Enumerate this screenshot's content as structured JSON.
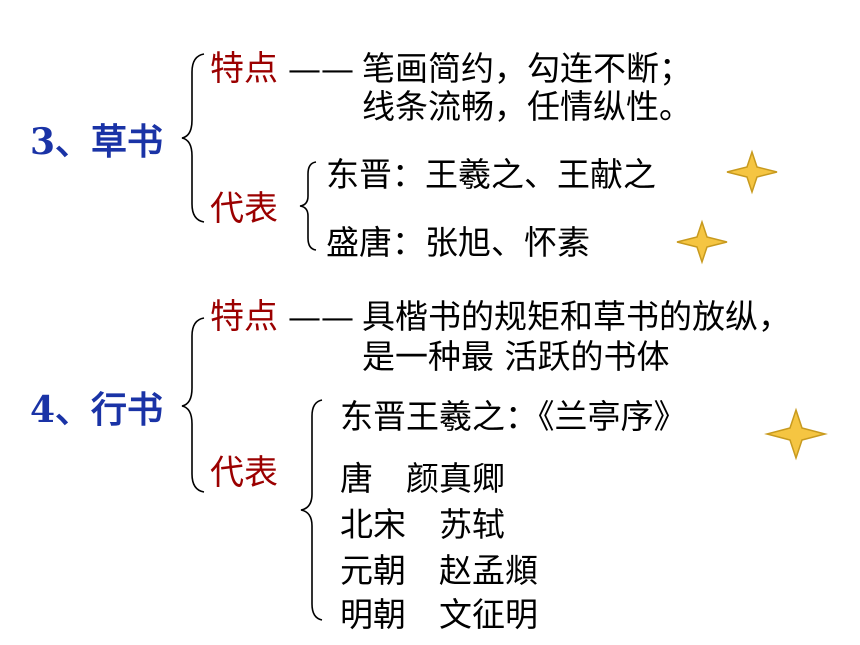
{
  "sections": [
    {
      "heading": "3、草书",
      "feature_label": "特点",
      "feature_dash": "——",
      "feature_lines": [
        "笔画简约，勾连不断；",
        "线条流畅，任情纵性。"
      ],
      "rep_label": "代表",
      "reps": [
        "东晋：王羲之、王献之",
        "盛唐：张旭、怀素"
      ]
    },
    {
      "heading": "4、行书",
      "feature_label": "特点",
      "feature_dash": "——",
      "feature_lines": [
        "具楷书的规矩和草书的放纵，",
        "是一种最 活跃的书体"
      ],
      "rep_label": "代表",
      "reps": [
        "东晋王羲之：《兰亭序》",
        "唐　颜真卿",
        "北宋　苏轼",
        "元朝　赵孟頫",
        "明朝　文征明"
      ]
    }
  ],
  "colors": {
    "heading": "#1a33a6",
    "label": "#9b0000",
    "text": "#000000",
    "star_fill": "#f5c542",
    "star_stroke": "#c89a1e"
  },
  "icons": [
    "four-point-star-icon"
  ]
}
